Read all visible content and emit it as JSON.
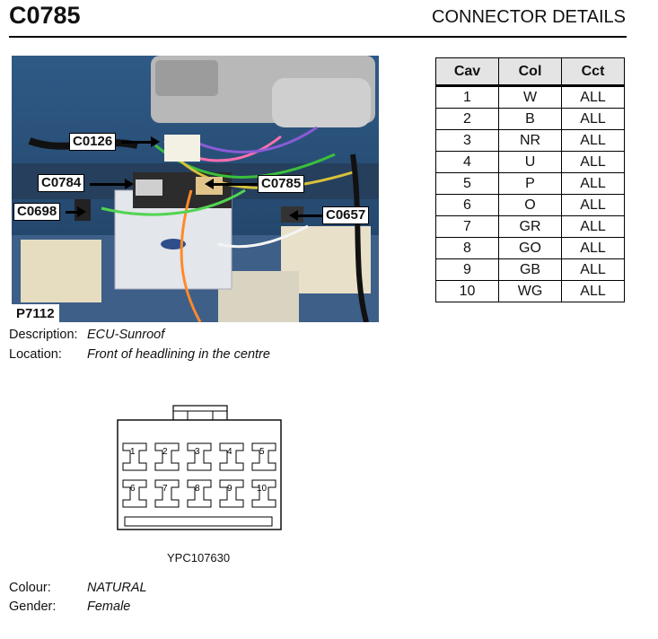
{
  "header": {
    "connector_id": "C0785",
    "section_title": "CONNECTOR DETAILS"
  },
  "photo": {
    "callouts": {
      "c0126": "C0126",
      "c0784": "C0784",
      "c0785": "C0785",
      "c0698": "C0698",
      "c0657": "C0657"
    },
    "photo_code": "P7112"
  },
  "table": {
    "headers": [
      "Cav",
      "Col",
      "Cct"
    ],
    "rows": [
      [
        "1",
        "W",
        "ALL"
      ],
      [
        "2",
        "B",
        "ALL"
      ],
      [
        "3",
        "NR",
        "ALL"
      ],
      [
        "4",
        "U",
        "ALL"
      ],
      [
        "5",
        "P",
        "ALL"
      ],
      [
        "6",
        "O",
        "ALL"
      ],
      [
        "7",
        "GR",
        "ALL"
      ],
      [
        "8",
        "GO",
        "ALL"
      ],
      [
        "9",
        "GB",
        "ALL"
      ],
      [
        "10",
        "WG",
        "ALL"
      ]
    ]
  },
  "details": {
    "description_label": "Description:",
    "description": "ECU-Sunroof",
    "location_label": "Location:",
    "location": "Front of headlining in the centre",
    "colour_label": "Colour:",
    "colour": "NATURAL",
    "gender_label": "Gender:",
    "gender": "Female"
  },
  "connector_diagram": {
    "pins_top": [
      "1",
      "2",
      "3",
      "4",
      "5"
    ],
    "pins_bottom": [
      "6",
      "7",
      "8",
      "9",
      "10"
    ],
    "part_number": "YPC107630"
  }
}
